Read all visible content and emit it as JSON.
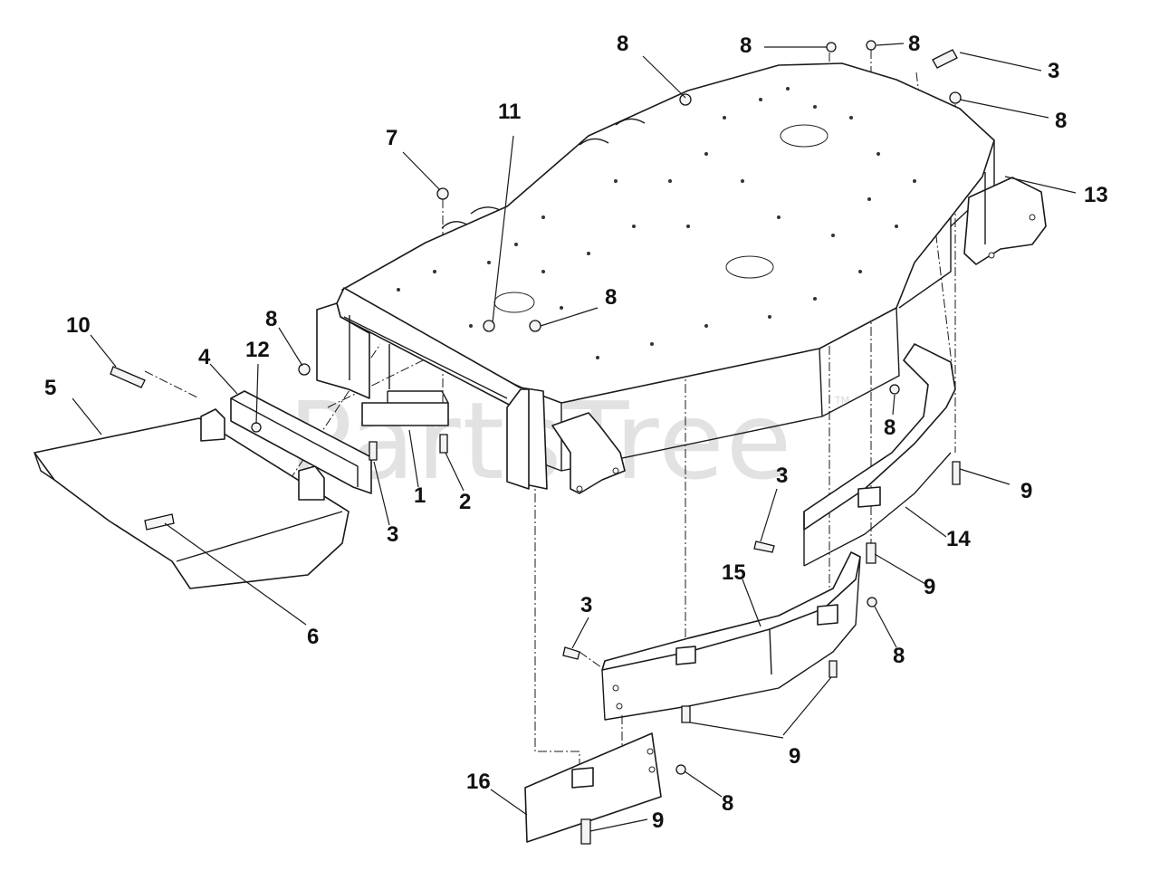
{
  "watermark": {
    "brand": "PartsTree",
    "trademark": "TM"
  },
  "callouts": {
    "c1": "1",
    "c2": "2",
    "c3a": "3",
    "c3b": "3",
    "c3c": "3",
    "c3d": "3",
    "c4": "4",
    "c5": "5",
    "c6": "6",
    "c7": "7",
    "c8a": "8",
    "c8b": "8",
    "c8c": "8",
    "c8d": "8",
    "c8e": "8",
    "c8f": "8",
    "c8g": "8",
    "c8h": "8",
    "c8i": "8",
    "c9a": "9",
    "c9b": "9",
    "c9c": "9",
    "c9d": "9",
    "c10": "10",
    "c11": "11",
    "c12": "12",
    "c13": "13",
    "c14": "14",
    "c15": "15",
    "c16": "16"
  }
}
